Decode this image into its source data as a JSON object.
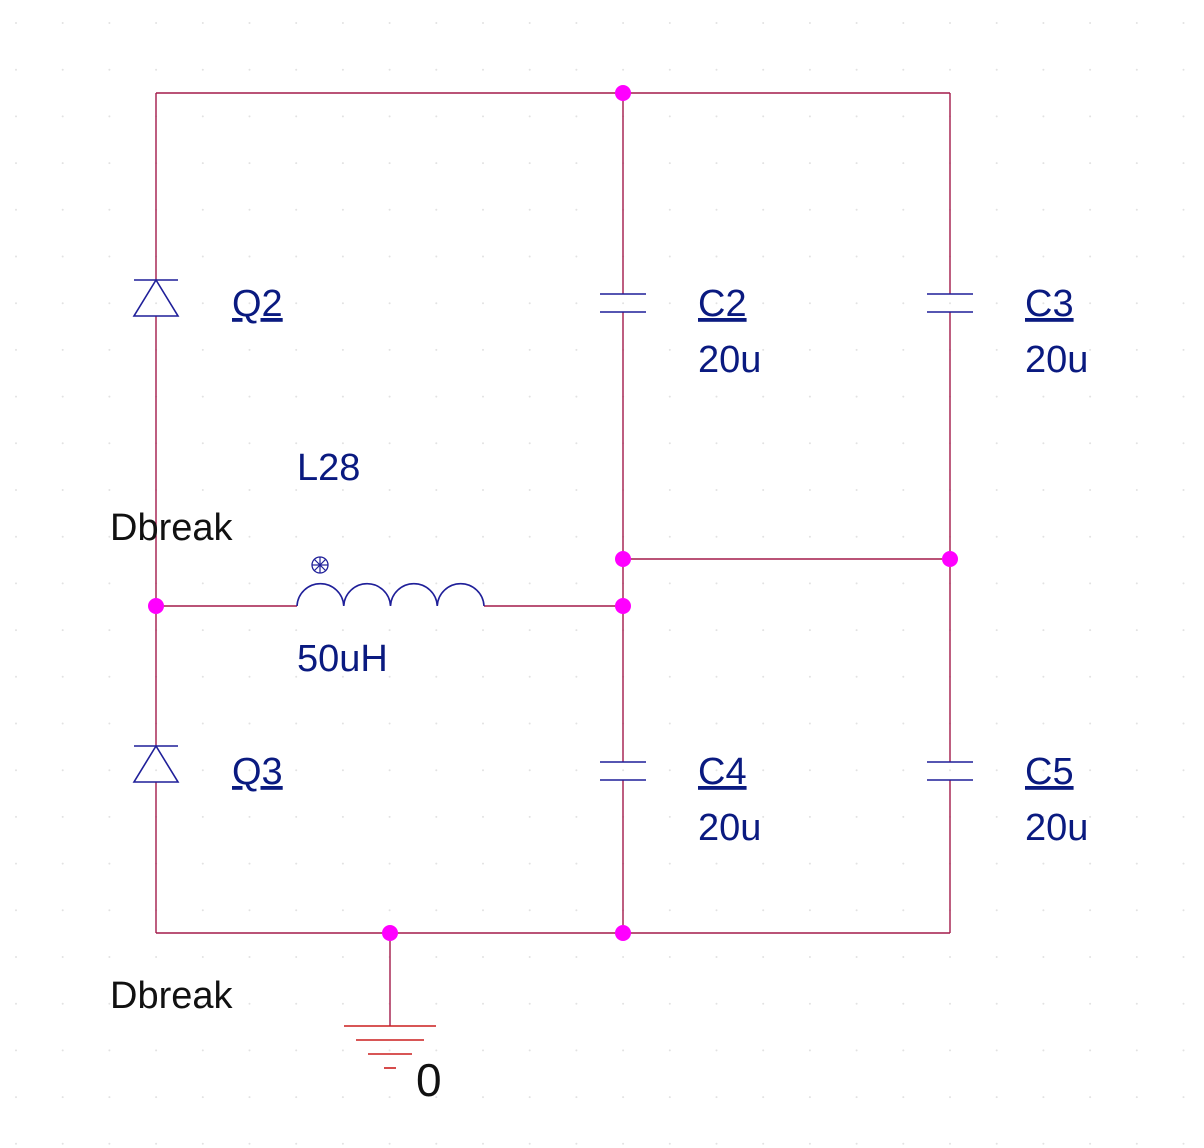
{
  "components": {
    "Q2": {
      "ref": "Q2",
      "model": "Dbreak"
    },
    "Q3": {
      "ref": "Q3",
      "model": "Dbreak"
    },
    "L28": {
      "ref": "L28",
      "value": "50uH"
    },
    "C2": {
      "ref": "C2",
      "value": "20u"
    },
    "C3": {
      "ref": "C3",
      "value": "20u"
    },
    "C4": {
      "ref": "C4",
      "value": "20u"
    },
    "C5": {
      "ref": "C5",
      "value": "20u"
    }
  },
  "ground": {
    "label": "0"
  },
  "colors": {
    "wire": "#a31a4a",
    "component_body": "#1f1f99",
    "junction": "#ff00ff",
    "ground_symbol": "#cc1f1f",
    "label_text": "#0a1a80",
    "model_text": "#111111"
  }
}
